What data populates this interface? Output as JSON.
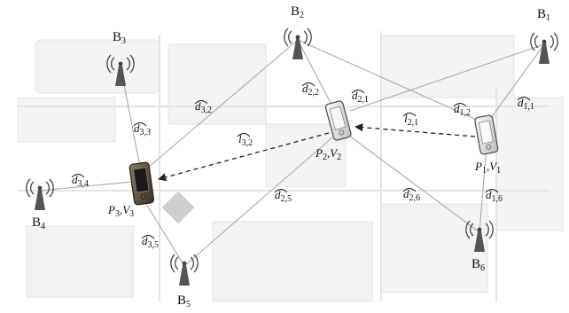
{
  "stations": [
    {
      "id": "B1",
      "letter": "B",
      "index": "1"
    },
    {
      "id": "B2",
      "letter": "B",
      "index": "2"
    },
    {
      "id": "B3",
      "letter": "B",
      "index": "3"
    },
    {
      "id": "B4",
      "letter": "B",
      "index": "4"
    },
    {
      "id": "B5",
      "letter": "B",
      "index": "5"
    },
    {
      "id": "B6",
      "letter": "B",
      "index": "6"
    }
  ],
  "devices": [
    {
      "id": "D1",
      "label": "P",
      "label_sub": "1",
      "sep": ",",
      "vel": "V",
      "vel_sub": "1",
      "style": "light"
    },
    {
      "id": "D2",
      "label": "P",
      "label_sub": "2",
      "sep": ",",
      "vel": "V",
      "vel_sub": "2",
      "style": "light"
    },
    {
      "id": "D3",
      "label": "P",
      "label_sub": "3",
      "sep": ",",
      "vel": "V",
      "vel_sub": "3",
      "style": "dark"
    }
  ],
  "distances": [
    {
      "main": "d",
      "sub": "1,1"
    },
    {
      "main": "d",
      "sub": "1,2"
    },
    {
      "main": "d",
      "sub": "1,6"
    },
    {
      "main": "d",
      "sub": "2,1"
    },
    {
      "main": "d",
      "sub": "2,2"
    },
    {
      "main": "d",
      "sub": "2,5"
    },
    {
      "main": "d",
      "sub": "2,6"
    },
    {
      "main": "d",
      "sub": "3,2"
    },
    {
      "main": "d",
      "sub": "3,3"
    },
    {
      "main": "d",
      "sub": "3,4"
    },
    {
      "main": "d",
      "sub": "3,5"
    }
  ],
  "movements": [
    {
      "main": "l",
      "sub": "2,1"
    },
    {
      "main": "l",
      "sub": "3,2"
    }
  ]
}
